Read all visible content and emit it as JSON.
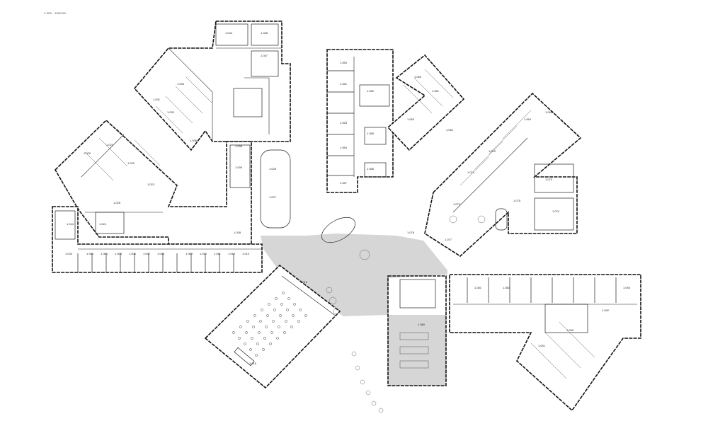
{
  "drawing": {
    "header_note": "1:200 · 1000:00",
    "room_labels": [
      "1.044",
      "1.045",
      "1.047",
      "1.030",
      "1.031",
      "1.032",
      "1.036",
      "1.038",
      "1.039",
      "1.020",
      "1.021",
      "1.022",
      "1.023",
      "1.024",
      "1.025",
      "1.026",
      "1.027",
      "1.028",
      "1.002",
      "1.003",
      "1.004",
      "1.005",
      "1.006",
      "1.007",
      "1.008",
      "1.009",
      "1.010",
      "1.011",
      "1.012",
      "1.013",
      "1.014",
      "1.015",
      "1.016",
      "1.050",
      "1.051",
      "1.052",
      "1.053",
      "1.054",
      "1.055",
      "1.056",
      "1.057",
      "1.060",
      "1.061",
      "1.062",
      "1.063",
      "1.064",
      "1.065",
      "1.070",
      "1.071",
      "1.072",
      "1.073",
      "1.074",
      "1.075",
      "1.076",
      "1.077",
      "1.080",
      "1.081",
      "1.082",
      "1.090",
      "1.091",
      "1.092",
      "1.093"
    ]
  }
}
